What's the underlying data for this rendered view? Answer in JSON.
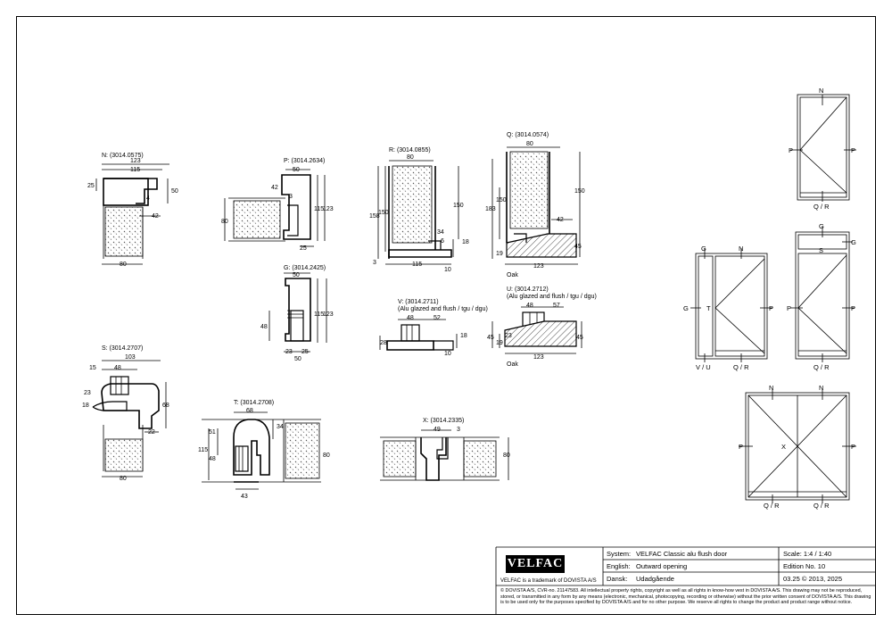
{
  "sections": {
    "N": {
      "title": "N: (3014.0575)",
      "dims": [
        "123",
        "115",
        "25",
        "50",
        "4",
        "42",
        "80"
      ]
    },
    "P": {
      "title": "P: (3014.2634)",
      "dims": [
        "50",
        "42",
        "3",
        "115",
        "123",
        "80",
        "25"
      ]
    },
    "G": {
      "title": "G: (3014.2425)",
      "dims": [
        "50",
        "115",
        "123",
        "48",
        "23",
        "25",
        "50"
      ]
    },
    "R": {
      "title": "R: (3014.0855)",
      "dims": [
        "80",
        "158",
        "150",
        "150",
        "34",
        "6",
        "18",
        "3",
        "115",
        "10"
      ]
    },
    "Q": {
      "title": "Q: (3014.0574)",
      "dims": [
        "80",
        "183",
        "150",
        "150",
        "42",
        "45",
        "19",
        "123"
      ],
      "note": "Oak"
    },
    "V": {
      "title": "V: (3014.2711)",
      "subtitle": "(Alu glazed and flush / tgu / dgu)",
      "dims": [
        "48",
        "52",
        "28",
        "18",
        "10"
      ]
    },
    "U": {
      "title": "U: (3014.2712)",
      "subtitle": "(Alu glazed and flush / tgu / dgu)",
      "dims": [
        "48",
        "57",
        "45",
        "19",
        "23",
        "45",
        "123"
      ],
      "note": "Oak"
    },
    "S": {
      "title": "S: (3014.2707)",
      "dims": [
        "103",
        "15",
        "48",
        "23",
        "18",
        "68",
        "22",
        "80"
      ]
    },
    "T": {
      "title": "T: (3014.2708)",
      "dims": [
        "68",
        "34",
        "51",
        "115",
        "48",
        "80",
        "43"
      ]
    },
    "X": {
      "title": "X: (3014.2335)",
      "dims": [
        "49",
        "3",
        "80"
      ]
    }
  },
  "elevations": {
    "single": {
      "top": "N",
      "left": "P",
      "right": "P",
      "bottom": "Q / R"
    },
    "side_light": {
      "top_g": "G",
      "top_n": "N",
      "left_g": "G",
      "mid_t": "T",
      "right": "P",
      "bottom_left": "V / U",
      "bottom_right": "Q / R"
    },
    "top_light": {
      "top_g": "G",
      "right_g": "G",
      "s": "S",
      "left": "P",
      "right": "P",
      "bottom": "Q / R"
    },
    "double": {
      "top_left": "N",
      "top_right": "N",
      "left": "P",
      "center": "X",
      "right": "P",
      "bottom_left": "Q / R",
      "bottom_right": "Q / R"
    }
  },
  "title_block": {
    "logo": "VELFAC",
    "trademark": "VELFAC is a trademark of DOVISTA A/S",
    "system_label": "System:",
    "system_value": "VELFAC Classic alu flush door",
    "english_label": "English:",
    "english_value": "Outward opening",
    "dansk_label": "Dansk:",
    "dansk_value": "Udadgående",
    "scale": "Scale: 1:4 / 1:40",
    "edition": "Edition No. 10",
    "date": "03.25 © 2013, 2025",
    "legal": "© DOVISTA A/S, CVR-no. 21147583. All intellectual property rights, copyright as well as all rights in know-how vest in DOVISTA A/S. This drawing may not be reproduced, stored, or transmitted in any form by any means (electronic, mechanical, photocopying, recording or otherwise) without the prior written consent of DOVISTA A/S. This drawing is to be used only for the purposes specified by DOVISTA A/S and for no other purpose. We reserve all rights to change the product and product range without notice."
  }
}
